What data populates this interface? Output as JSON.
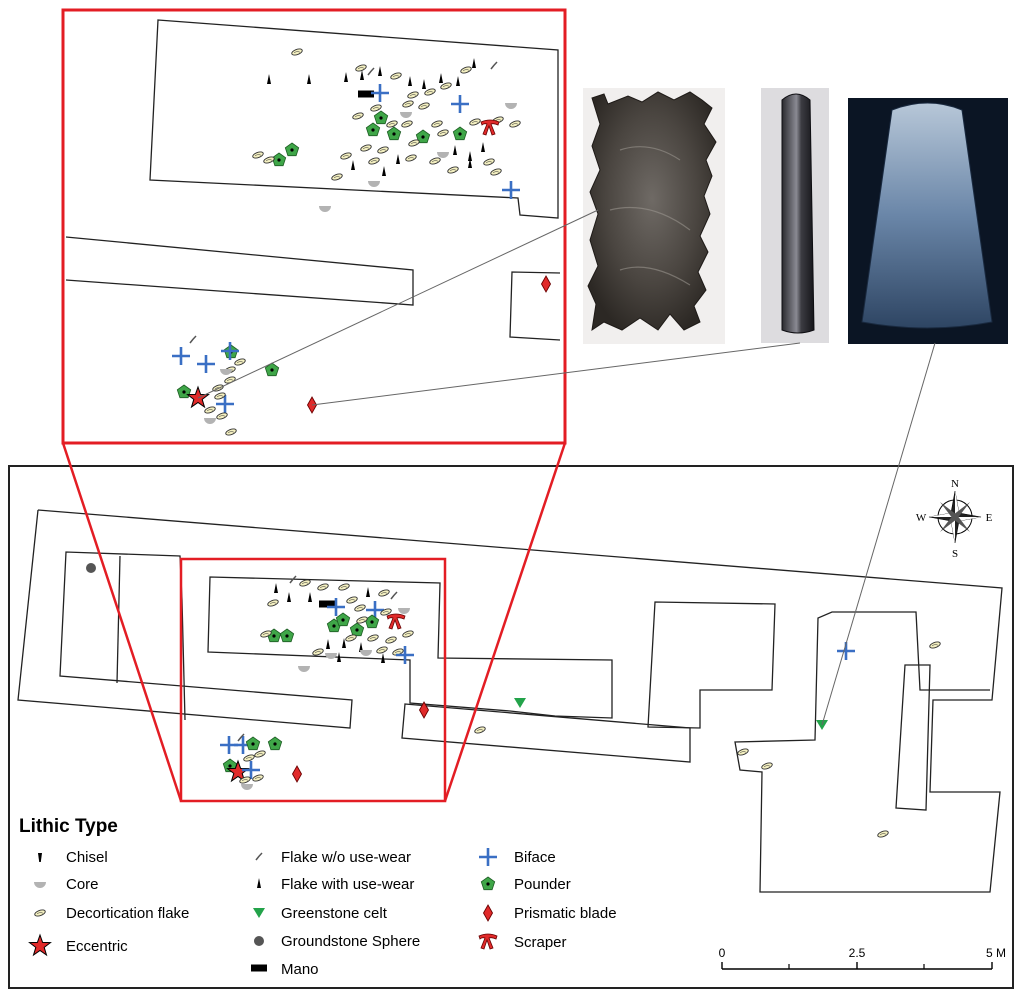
{
  "legend": {
    "title": "Lithic Type",
    "items": [
      {
        "key": "chisel",
        "label": "Chisel",
        "color": "#000000"
      },
      {
        "key": "core",
        "label": "Core",
        "color": "#b3b3b3"
      },
      {
        "key": "decortication",
        "label": "Decortication flake",
        "color": "#f3efc0"
      },
      {
        "key": "eccentric",
        "label": "Eccentric",
        "color": "#e12a2a"
      },
      {
        "key": "flake-wo",
        "label": "Flake w/o  use-wear",
        "color": "#555555"
      },
      {
        "key": "flake-with",
        "label": "Flake with use-wear",
        "color": "#000000"
      },
      {
        "key": "greenstone-celt",
        "label": "Greenstone celt",
        "color": "#23a34a"
      },
      {
        "key": "groundstone-sphere",
        "label": "Groundstone Sphere",
        "color": "#555555"
      },
      {
        "key": "mano",
        "label": "Mano",
        "color": "#000000"
      },
      {
        "key": "biface",
        "label": "Biface",
        "color": "#3a6fc4"
      },
      {
        "key": "pounder",
        "label": "Pounder",
        "color": "#3fa648"
      },
      {
        "key": "prismatic-blade",
        "label": "Prismatic blade",
        "color": "#e12a2a"
      },
      {
        "key": "scraper",
        "label": "Scraper",
        "color": "#e12a2a"
      }
    ]
  },
  "compass": {
    "n": "N",
    "s": "S",
    "e": "E",
    "w": "W"
  },
  "scale": {
    "labels": [
      "0",
      "2.5",
      "5 M"
    ],
    "unit": "M"
  },
  "colors": {
    "inset_frame": "#e31d24",
    "outline": "#222222"
  },
  "photos": [
    {
      "name": "eccentric-flint-photo",
      "subject": "eccentric"
    },
    {
      "name": "prismatic-blade-photo",
      "subject": "prismatic-blade"
    },
    {
      "name": "greenstone-celt-photo",
      "subject": "greenstone-celt"
    }
  ]
}
